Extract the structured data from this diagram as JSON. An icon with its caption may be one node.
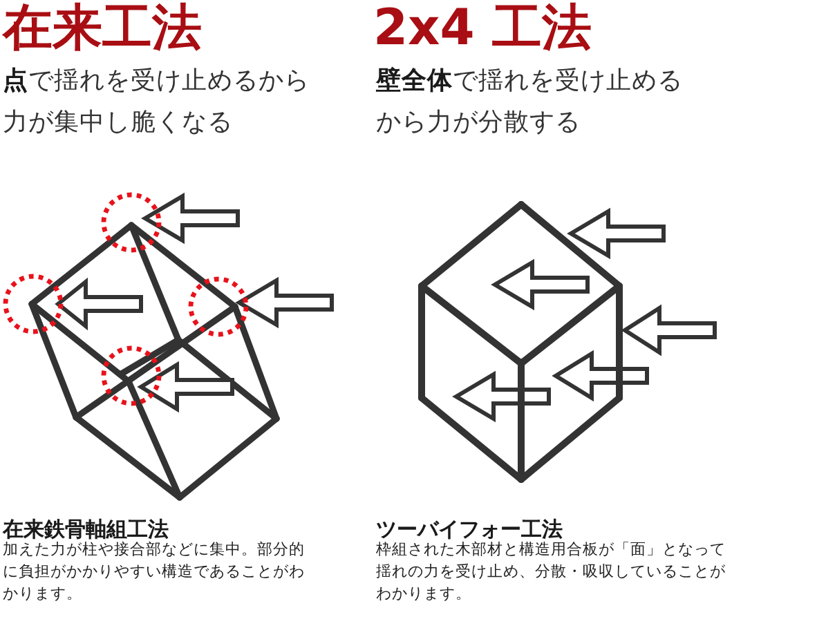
{
  "diagram": {
    "labels": [
      "在来工法",
      "2x4 工法",
      "**点**で揺れを受け止めるから力が集中し脆くなる",
      "**壁全体**で揺れを受け止めるから力が分散する",
      "在来鉄骨軸組工法",
      "加えた力が柱や接合部などに集中。部分的に負担がかかりやすい構造であることがわかります。",
      "ツーバイフォー工法",
      "枠組された木部材と構造用合板が「面」となって揺れの力を受け止め、分散・吸収していることがわかります。"
    ]
  }
}
